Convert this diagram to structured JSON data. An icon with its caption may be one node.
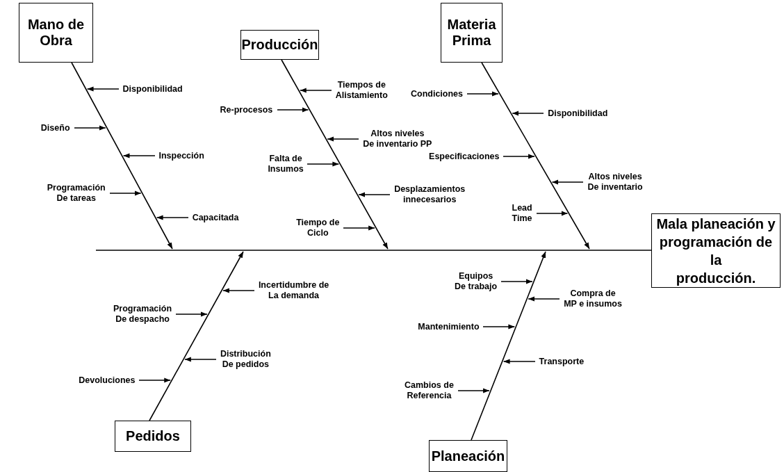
{
  "diagram": {
    "nodes": [
      {
        "text": [
          "Mano de Obra"
        ]
      },
      {
        "text": [
          "Producción"
        ]
      },
      {
        "text": [
          "Materia Prima"
        ]
      },
      {
        "text": [
          "Disponibilidad"
        ]
      },
      {
        "text": [
          "Diseño"
        ]
      },
      {
        "text": [
          "Inspección"
        ]
      },
      {
        "text": [
          "Programación De tareas"
        ]
      },
      {
        "text": [
          "Capacitada"
        ]
      },
      {
        "text": [
          "Tiempos de Alistamiento"
        ]
      },
      {
        "text": [
          "Re-procesos"
        ]
      },
      {
        "text": [
          "Altos niveles De inventario PP"
        ]
      },
      {
        "text": [
          "Falta de Insumos"
        ]
      },
      {
        "text": [
          "Desplazamientos innecesarios"
        ]
      },
      {
        "text": [
          "Tiempo de Ciclo"
        ]
      },
      {
        "text": [
          "Condiciones"
        ]
      },
      {
        "text": [
          "Disponibilidad"
        ]
      },
      {
        "text": [
          "Especificaciones"
        ]
      },
      {
        "text": [
          "Altos niveles De inventario"
        ]
      },
      {
        "text": [
          "Lead Time"
        ]
      },
      {
        "text": [
          "Mala planeación y programación de la producción."
        ]
      },
      {
        "text": [
          "Pedidos"
        ]
      },
      {
        "text": [
          "Planeación"
        ]
      },
      {
        "text": [
          "Incertidumbre de La demanda"
        ]
      },
      {
        "text": [
          "Programación De despacho"
        ]
      },
      {
        "text": [
          "Distribución De pedidos"
        ]
      },
      {
        "text": [
          "Devoluciones"
        ]
      },
      {
        "text": [
          "Equipos De trabajo"
        ]
      },
      {
        "text": [
          "Compra de MP e insumos"
        ]
      },
      {
        "text": [
          "Mantenimiento"
        ]
      },
      {
        "text": [
          "Transporte"
        ]
      },
      {
        "text": [
          "Cambios de Referencia"
        ]
      }
    ],
    "edges": [
      {
        "from": 0,
        "to": null,
        "arrow": "to"
      },
      {
        "from": 1,
        "to": null,
        "arrow": "to"
      },
      {
        "from": 2,
        "to": null,
        "arrow": "to"
      },
      {
        "from": 20,
        "to": null,
        "arrow": "to"
      },
      {
        "from": 21,
        "to": null,
        "arrow": "to"
      },
      {
        "from": null,
        "to": 19,
        "arrow": "none"
      },
      {
        "from": 3,
        "to": null,
        "arrow": "to"
      },
      {
        "from": 4,
        "to": null,
        "arrow": "to"
      },
      {
        "from": 5,
        "to": null,
        "arrow": "to"
      },
      {
        "from": 6,
        "to": null,
        "arrow": "to"
      },
      {
        "from": 7,
        "to": null,
        "arrow": "to"
      },
      {
        "from": 8,
        "to": null,
        "arrow": "to"
      },
      {
        "from": 9,
        "to": null,
        "arrow": "to"
      },
      {
        "from": 10,
        "to": null,
        "arrow": "to"
      },
      {
        "from": 11,
        "to": null,
        "arrow": "to"
      },
      {
        "from": 12,
        "to": null,
        "arrow": "to"
      },
      {
        "from": 13,
        "to": null,
        "arrow": "to"
      },
      {
        "from": 14,
        "to": null,
        "arrow": "to"
      },
      {
        "from": 15,
        "to": null,
        "arrow": "to"
      },
      {
        "from": 16,
        "to": null,
        "arrow": "to"
      },
      {
        "from": 17,
        "to": null,
        "arrow": "to"
      },
      {
        "from": 18,
        "to": null,
        "arrow": "to"
      },
      {
        "from": 22,
        "to": null,
        "arrow": "to"
      },
      {
        "from": 23,
        "to": null,
        "arrow": "to"
      },
      {
        "from": 24,
        "to": null,
        "arrow": "to"
      },
      {
        "from": 25,
        "to": null,
        "arrow": "to"
      },
      {
        "from": 26,
        "to": null,
        "arrow": "to"
      },
      {
        "from": 27,
        "to": null,
        "arrow": "to"
      },
      {
        "from": 28,
        "to": null,
        "arrow": "to"
      },
      {
        "from": 29,
        "to": null,
        "arrow": "to"
      },
      {
        "from": 30,
        "to": null,
        "arrow": "to"
      }
    ]
  }
}
